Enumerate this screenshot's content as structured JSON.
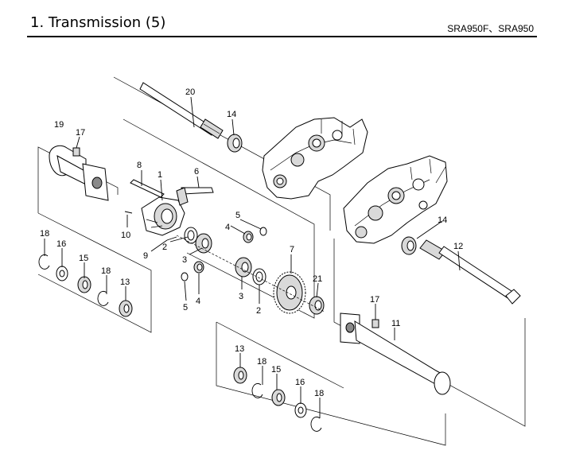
{
  "header": {
    "title": "1. Transmission (5)",
    "model": "SRA950F、SRA950"
  },
  "callouts": {
    "c20": "20",
    "c14a": "14",
    "c19": "19",
    "c17a": "17",
    "c8": "8",
    "c1": "1",
    "c6": "6",
    "c10": "10",
    "c5a": "5",
    "c4a": "4",
    "c9": "9",
    "c2a": "2",
    "c3a": "3",
    "c7": "7",
    "c18a": "18",
    "c16a": "16",
    "c15a": "15",
    "c18b": "18",
    "c13a": "13",
    "c5b": "5",
    "c4b": "4",
    "c3b": "3",
    "c2b": "2",
    "c21": "21",
    "c14b": "14",
    "c12": "12",
    "c17b": "17",
    "c11": "11",
    "c13b": "13",
    "c18c": "18",
    "c15b": "15",
    "c16b": "16",
    "c18d": "18"
  }
}
